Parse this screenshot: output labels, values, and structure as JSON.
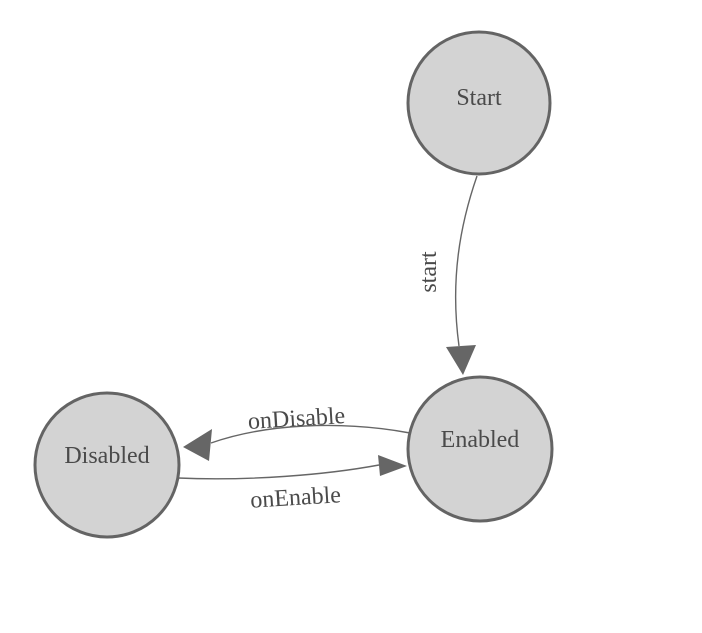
{
  "diagram": {
    "type": "state-machine",
    "colors": {
      "background": "#ffffff",
      "node_fill": "#d3d3d3",
      "node_stroke": "#646464",
      "edge_stroke": "#666666",
      "arrow_fill": "#666666",
      "label_text": "#4a4a4a"
    },
    "nodes": [
      {
        "id": "start",
        "label": "Start"
      },
      {
        "id": "enabled",
        "label": "Enabled"
      },
      {
        "id": "disabled",
        "label": "Disabled"
      }
    ],
    "edges": [
      {
        "from": "start",
        "to": "enabled",
        "label": "start"
      },
      {
        "from": "enabled",
        "to": "disabled",
        "label": "onDisable"
      },
      {
        "from": "disabled",
        "to": "enabled",
        "label": "onEnable"
      }
    ]
  }
}
